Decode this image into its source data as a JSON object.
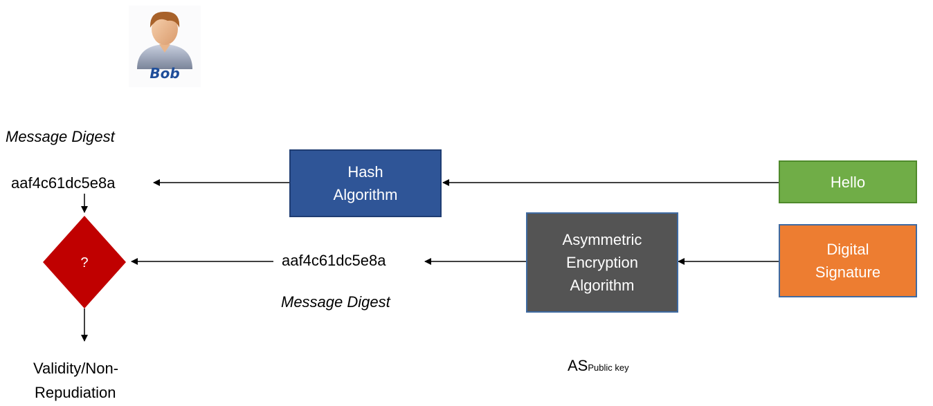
{
  "actor": {
    "name": "Bob"
  },
  "labels": {
    "digest_title_top": "Message Digest",
    "digest_value_top": "aaf4c61dc5e8a",
    "digest_value_mid": "aaf4c61dc5e8a",
    "digest_title_mid": "Message Digest",
    "decision_mark": "?",
    "result_line1": "Validity/Non-",
    "result_line2": "Repudiation",
    "key_main": "AS",
    "key_sub": "Public key"
  },
  "boxes": {
    "hash": [
      "Hash",
      "Algorithm"
    ],
    "hello": [
      "Hello"
    ],
    "asymmetric": [
      "Asymmetric",
      "Encryption",
      "Algorithm"
    ],
    "signature": [
      "Digital",
      "Signature"
    ]
  },
  "colors": {
    "hash": "#2f5597",
    "hello": "#70ad47",
    "asymmetric": "#545454",
    "signature": "#ed7d31",
    "decision": "#c00000",
    "avatar_label": "#1f4e9a"
  }
}
